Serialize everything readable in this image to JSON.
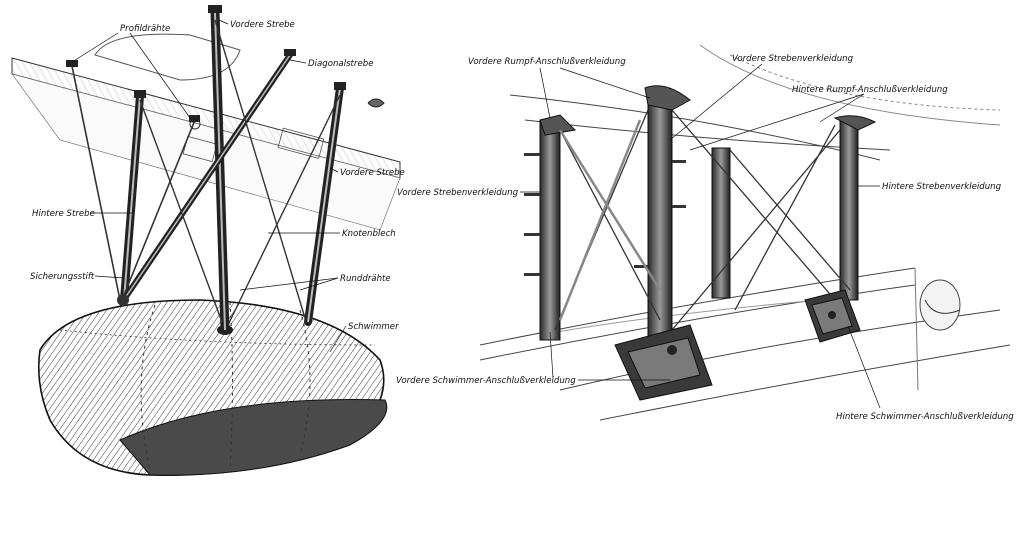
{
  "colors": {
    "ink": "#111111",
    "strut_dark": "#333333",
    "strut_mid": "#7a7a7a",
    "paper": "#ffffff",
    "float_shade": "#5a5a5a"
  },
  "left_figure": {
    "labels": {
      "profile_wires": "Profildrähte",
      "front_strut_top": "Vordere Strebe",
      "diagonal_strut": "Diagonalstrebe",
      "front_strut_right": "Vordere Strebe",
      "rear_strut": "Hintere Strebe",
      "gusset_plate": "Knotenblech",
      "safety_pin": "Sicherungsstift",
      "round_wires": "Runddrähte",
      "float": "Schwimmer"
    }
  },
  "right_figure": {
    "labels": {
      "front_fuselage_fairing": "Vordere Rumpf-Anschlußverkleidung",
      "strut_fairing": "Vordere Strebenverkleidung",
      "rear_fuselage_fairing": "Hintere Rumpf-Anschlußverkleidung",
      "front_strut_fairing": "Vordere Strebenverkleidung",
      "rear_strut_fairing": "Hintere Strebenverkleidung",
      "front_float_fairing": "Vordere Schwimmer-Anschlußverkleidung",
      "rear_float_fairing": "Hintere Schwimmer-Anschlußverkleidung"
    }
  }
}
